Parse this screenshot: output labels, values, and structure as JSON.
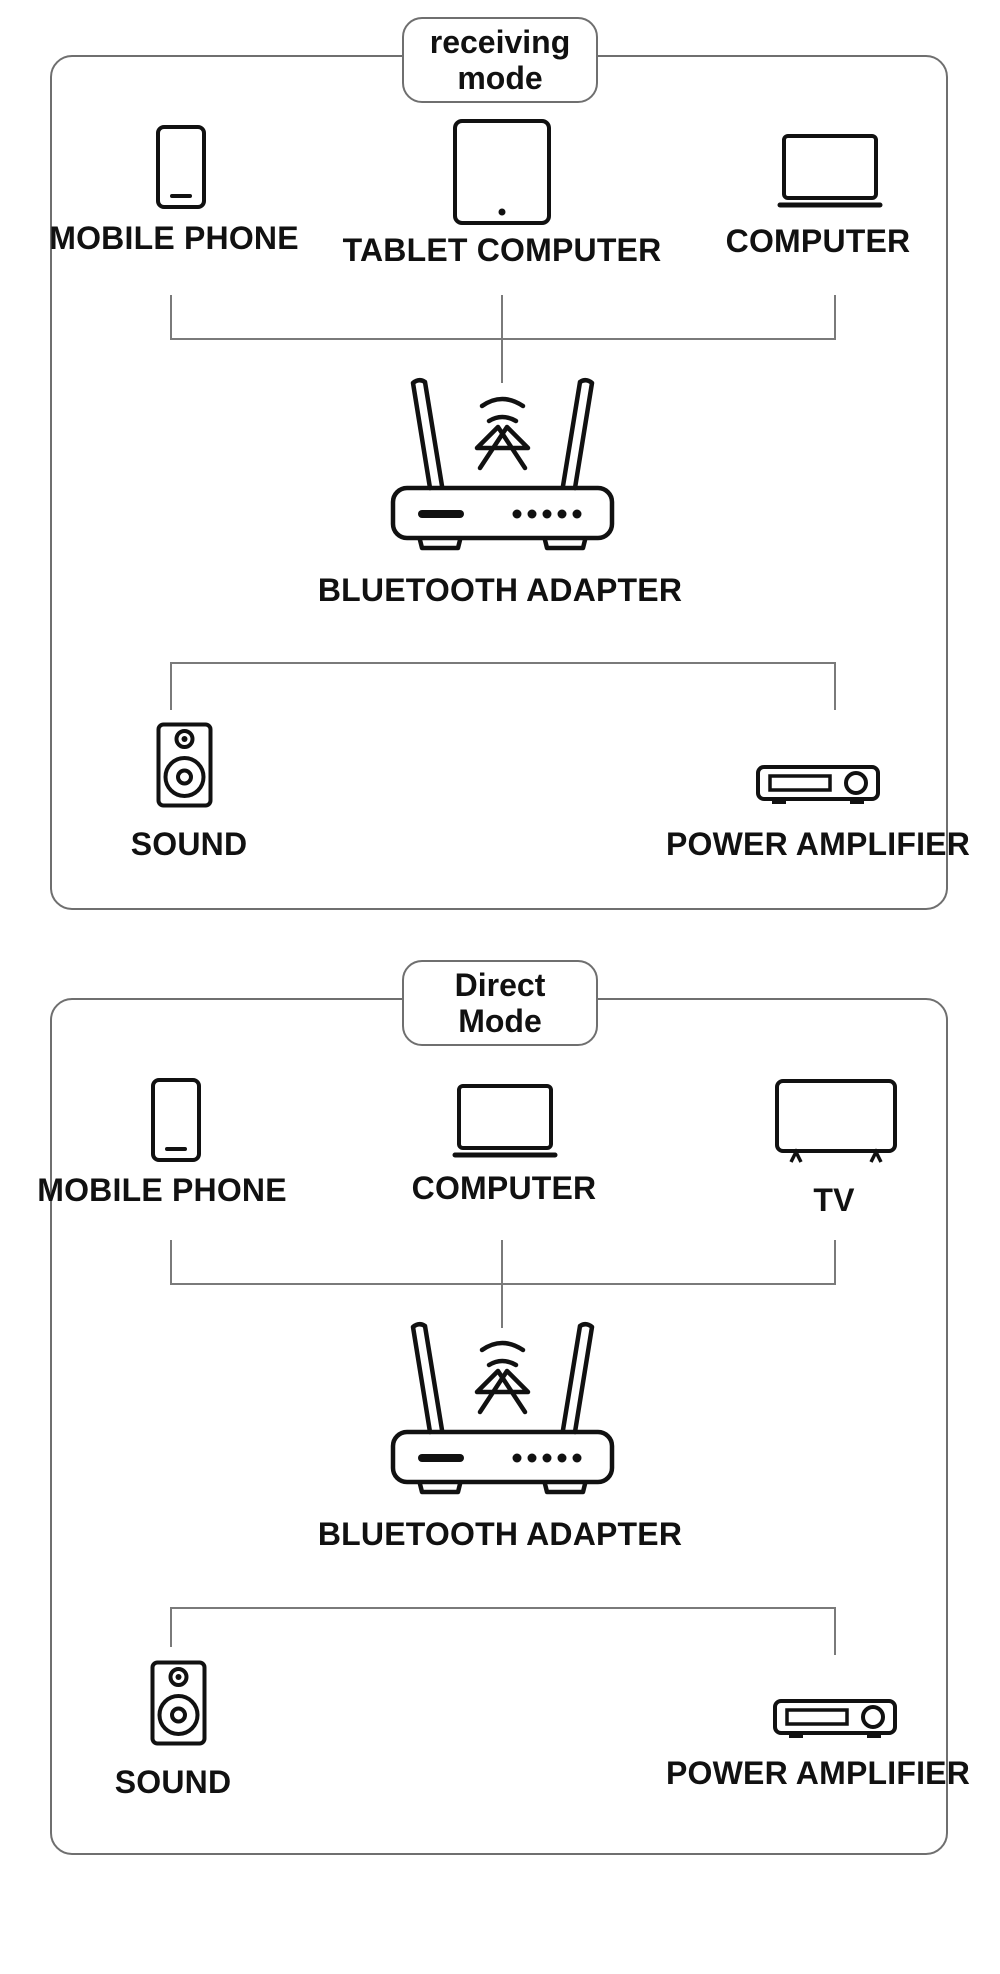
{
  "diagram": {
    "panels": [
      {
        "id": "receiving",
        "mode_label_lines": [
          "receiving",
          "mode"
        ],
        "top_devices": [
          {
            "label": "MOBILE PHONE",
            "icon": "mobile-phone-icon"
          },
          {
            "label": "TABLET COMPUTER",
            "icon": "tablet-icon"
          },
          {
            "label": "COMPUTER",
            "icon": "laptop-icon"
          }
        ],
        "hub": {
          "label": "BLUETOOTH ADAPTER",
          "icon": "bluetooth-router-icon"
        },
        "bottom_devices": [
          {
            "label": "SOUND",
            "icon": "speaker-icon"
          },
          {
            "label": "POWER AMPLIFIER",
            "icon": "amplifier-icon"
          }
        ]
      },
      {
        "id": "direct",
        "mode_label_lines": [
          "Direct",
          "Mode"
        ],
        "top_devices": [
          {
            "label": "MOBILE PHONE",
            "icon": "mobile-phone-icon"
          },
          {
            "label": "COMPUTER",
            "icon": "laptop-icon"
          },
          {
            "label": "TV",
            "icon": "tv-icon"
          }
        ],
        "hub": {
          "label": "BLUETOOTH ADAPTER",
          "icon": "bluetooth-router-icon"
        },
        "bottom_devices": [
          {
            "label": "SOUND",
            "icon": "speaker-icon"
          },
          {
            "label": "POWER AMPLIFIER",
            "icon": "amplifier-icon"
          }
        ]
      }
    ],
    "colors": {
      "stroke": "#111111",
      "connector": "#7a7a7a",
      "border": "#6f6f6f"
    }
  }
}
